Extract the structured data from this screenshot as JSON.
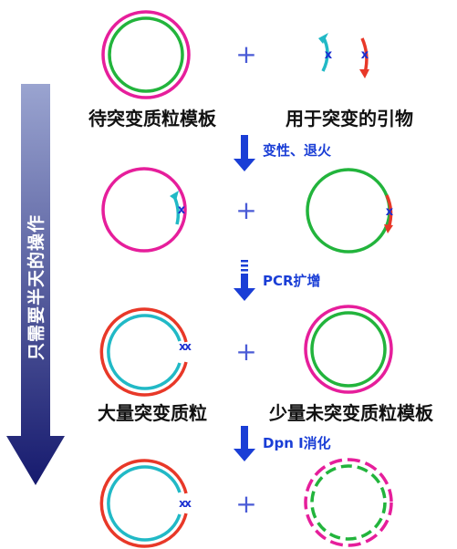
{
  "side_arrow": {
    "label": "只需要半天的操作",
    "color_top": "#9aa4d0",
    "color_bottom": "#161a6e"
  },
  "labels": {
    "plasmid_template": "待突变质粒模板",
    "mutation_primers": "用于突变的引物",
    "mass_mutant_plasmid": "大量突变质粒",
    "few_unmutated_template": "少量未突变质粒模板"
  },
  "steps": [
    {
      "label": "变性、退火"
    },
    {
      "label": "PCR扩增"
    },
    {
      "label": "Dpn I消化"
    }
  ],
  "plus_sign": "+",
  "mutation_mark": "x",
  "colors": {
    "template_outer": "#e61e9b",
    "template_inner": "#22b43c",
    "new_strand_outer": "#e83828",
    "new_strand_inner": "#21b9c6",
    "primer_cyan": "#21b9c6",
    "primer_red": "#e83828",
    "step_arrow": "#1a3ed6",
    "step_text": "#1a3ed6",
    "mark": "#1a2fd0",
    "plus": "#4a5bd6"
  }
}
